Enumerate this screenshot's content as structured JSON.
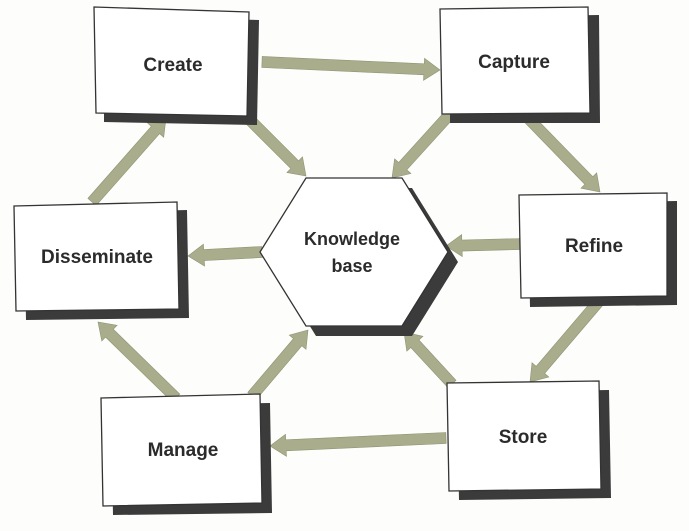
{
  "diagram": {
    "hub": {
      "line1": "Knowledge",
      "line2": "base"
    },
    "nodes": {
      "create": "Create",
      "capture": "Capture",
      "refine": "Refine",
      "store": "Store",
      "manage": "Manage",
      "disseminate": "Disseminate"
    },
    "colors": {
      "arrow": "#a9ad8c",
      "box_border": "#333333",
      "shadow": "#3b3b3b",
      "text": "#2b2b2b"
    }
  }
}
